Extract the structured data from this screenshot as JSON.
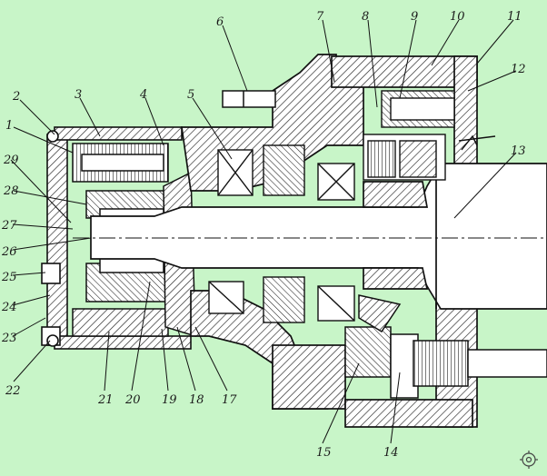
{
  "figure": {
    "background": "#c8f5c8",
    "hatch_color": "#222222",
    "line_color": "#111111",
    "callouts": [
      "1",
      "2",
      "3",
      "4",
      "5",
      "6",
      "7",
      "8",
      "9",
      "10",
      "11",
      "12",
      "13",
      "14",
      "15",
      "17",
      "18",
      "19",
      "20",
      "21",
      "22",
      "23",
      "24",
      "25",
      "26",
      "27",
      "28",
      "29"
    ],
    "watermark_icon": "gear-icon"
  }
}
